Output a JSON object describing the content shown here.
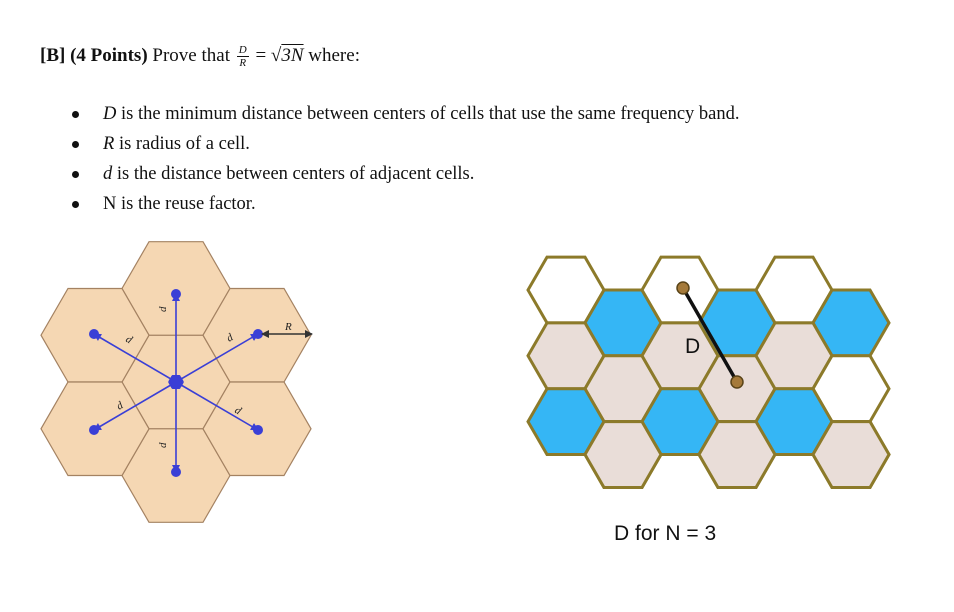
{
  "question": {
    "tag": "[B] (4 Points)",
    "lead": "Prove that",
    "fraction": {
      "numerator": "D",
      "denominator": "R"
    },
    "equals": "=",
    "sqrt": "√",
    "radicand": "3N",
    "trail": "where:"
  },
  "bullets": [
    {
      "var": "D",
      "text": "is the minimum distance between centers of cells that use the same frequency band."
    },
    {
      "var": "R",
      "text": "is radius of a cell."
    },
    {
      "var": "d",
      "text": "is the distance between centers of adjacent cells."
    },
    {
      "var": "",
      "text": "N is the reuse factor."
    }
  ],
  "left_figure": {
    "cell_color": "#f5d7b3",
    "arrow_color": "#3a3fd6",
    "distance_label": "d",
    "radius_label": "R"
  },
  "right_figure": {
    "colors": {
      "blue": "#35b6f5",
      "pink": "#e9ddd8",
      "white": "#ffffff",
      "border": "#8c7a2a"
    },
    "distance_label": "D",
    "caption": "D for N = 3"
  }
}
